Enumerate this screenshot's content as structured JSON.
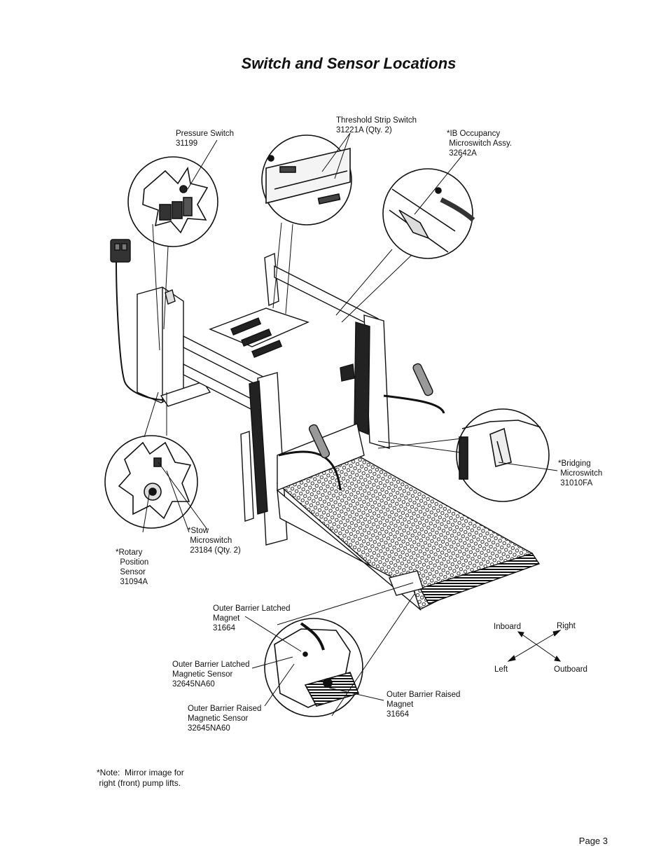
{
  "title": "Switch and Sensor Locations",
  "labels": {
    "pressure_switch": "Pressure Switch\n31199",
    "threshold_strip": "Threshold Strip Switch\n31221A (Qty. 2)",
    "ib_occupancy": "*IB Occupancy\n Microswitch Assy.\n 32642A",
    "bridging": "*Bridging\n Microswitch\n 31010FA",
    "stow": "*Stow\n Microswitch\n 23184 (Qty. 2)",
    "rotary": "*Rotary\n  Position\n  Sensor\n  31094A",
    "ob_latched_magnet": "Outer Barrier Latched\nMagnet\n31664",
    "ob_latched_sensor": "Outer Barrier Latched\nMagnetic Sensor\n32645NA60",
    "ob_raised_sensor": "Outer Barrier Raised\nMagnetic Sensor\n32645NA60",
    "ob_raised_magnet": "Outer Barrier Raised\nMagnet\n31664"
  },
  "directions": {
    "inboard": "Inboard",
    "right": "Right",
    "left": "Left",
    "outboard": "Outboard"
  },
  "note": "*Note:  Mirror image for\n right (front) pump lifts.",
  "page_number": "Page 3"
}
